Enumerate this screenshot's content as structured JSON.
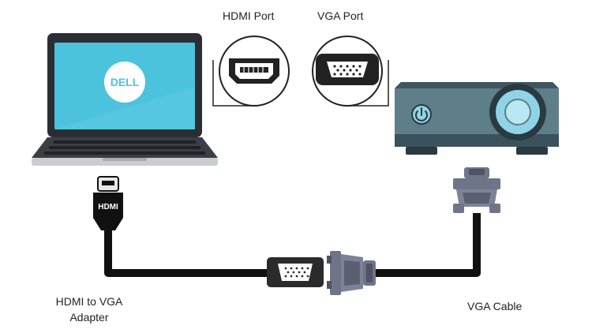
{
  "labels": {
    "hdmi_port": "HDMI Port",
    "vga_port": "VGA Port",
    "adapter": "HDMI to VGA Adapter",
    "vga_cable": "VGA Cable"
  },
  "laptop": {
    "logo_text": "DELL"
  },
  "hdmi_plug": {
    "text": "HDMI"
  },
  "colors": {
    "laptop_body": "#2b2f33",
    "screen": "#4cc3dd",
    "projector": "#5e7f8a",
    "lens": "#8fd3e6",
    "cable": "#111111",
    "connector_metal": "#6e7588"
  }
}
